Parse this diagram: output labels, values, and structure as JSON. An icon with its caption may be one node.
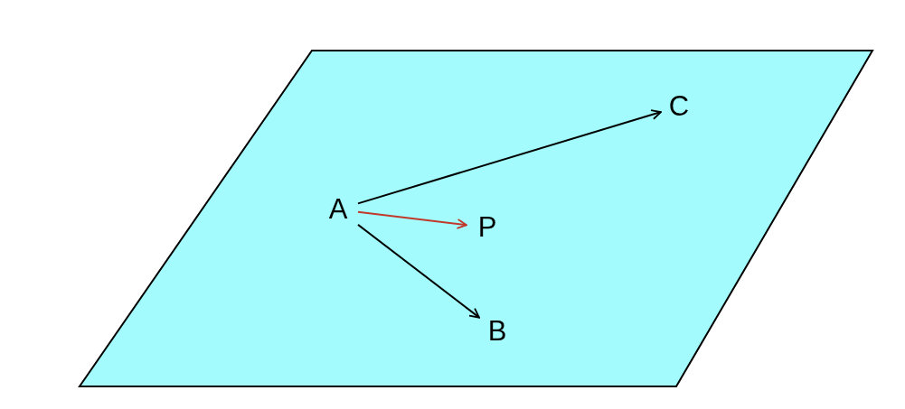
{
  "diagram": {
    "nodes": [
      {
        "text": [
          "A"
        ]
      },
      {
        "text": [
          "C"
        ]
      },
      {
        "text": [
          "P"
        ]
      },
      {
        "text": [
          "B"
        ]
      }
    ],
    "edges": [
      {
        "from": 0,
        "to": 1,
        "arrow": "to"
      },
      {
        "from": 0,
        "to": 2,
        "arrow": "to",
        "color": "#c0392b"
      },
      {
        "from": 0,
        "to": 3,
        "arrow": "to"
      }
    ]
  }
}
